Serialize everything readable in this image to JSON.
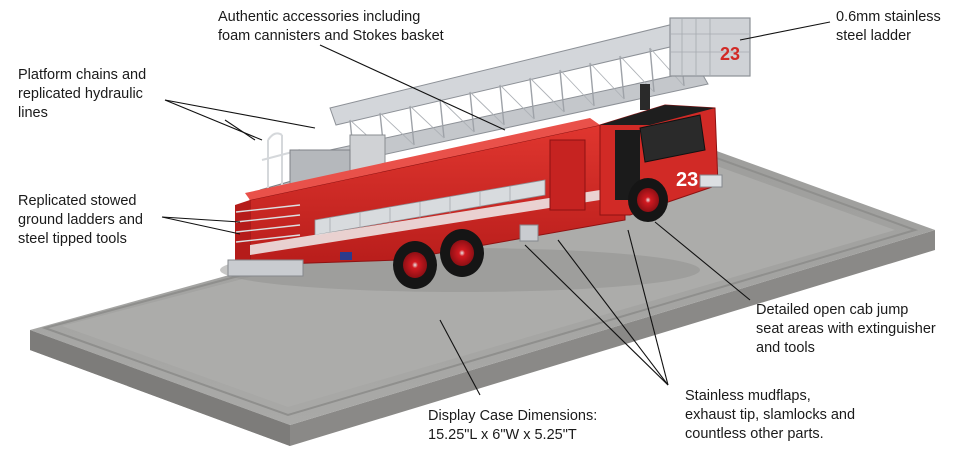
{
  "callouts": {
    "accessories": "Authentic accessories including\nfoam cannisters and Stokes basket",
    "ladder": "0.6mm stainless\nsteel ladder",
    "platform_chains": "Platform chains and\nreplicated hydraulic\nlines",
    "stowed_ladders": "Replicated stowed\nground ladders and\nsteel tipped tools",
    "cab_jump_seat": "Detailed open cab jump\nseat areas with extinguisher\nand tools",
    "mudflaps": "Stainless mudflaps,\nexhaust tip, slamlocks and\ncountless other parts.",
    "display_case": "Display Case Dimensions:\n15.25\"L x 6\"W x 5.25\"T"
  },
  "truck_number": "23",
  "colors": {
    "body_red": "#d42a26",
    "dark_red": "#9c1414",
    "chrome": "#d9dbdd",
    "ladder_silver": "#c9ccd0",
    "display_top": "#a7a7a5",
    "display_side": "#8c8b89",
    "cab_black": "#1b1b1b",
    "wheel_red": "#c8161d",
    "tire_black": "#151515"
  }
}
